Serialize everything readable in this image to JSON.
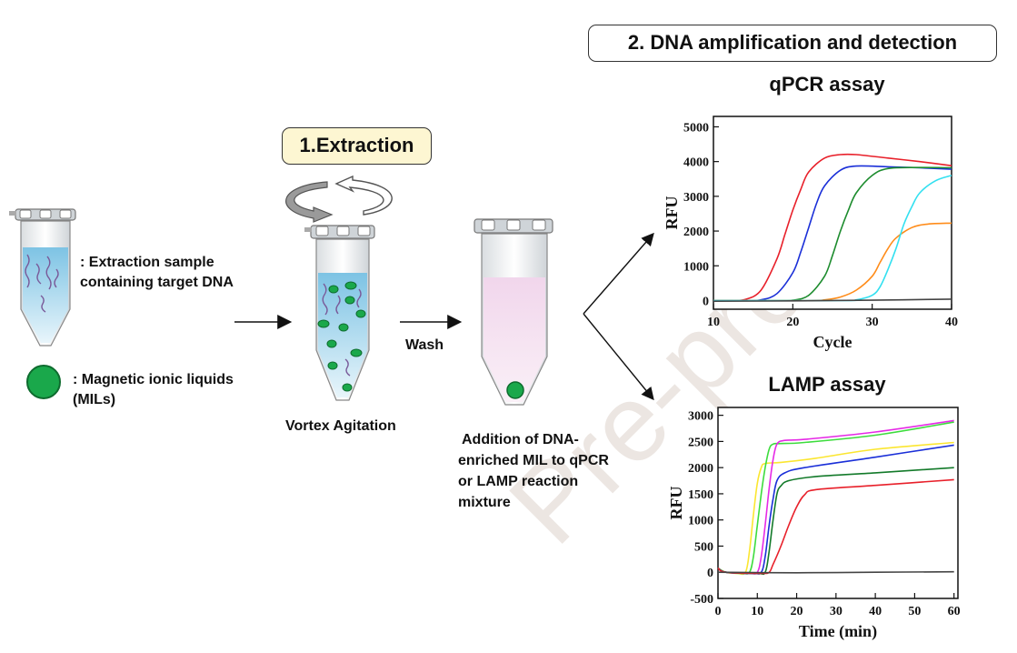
{
  "stages": {
    "extraction": "1.Extraction",
    "amplification": "2. DNA amplification and detection"
  },
  "legend": {
    "sample_line1": ":  Extraction sample",
    "sample_line2": "containing target DNA",
    "mil_line1": ": Magnetic ionic liquids",
    "mil_line2": "(MILs)"
  },
  "steps": {
    "vortex": "Vortex Agitation",
    "wash": "Wash",
    "addition_line1": "Addition of DNA-",
    "addition_line2": "enriched MIL to qPCR",
    "addition_line3": "or LAMP reaction",
    "addition_line4": "mixture"
  },
  "watermark": "Pre-proof",
  "colors": {
    "mil_green": "#1aa84b",
    "tube_liquid": "#a9d7ec",
    "reaction_liquid": "#f3dcee",
    "extraction_box": "#fdf6d2"
  },
  "chart_data": [
    {
      "type": "line",
      "title": "qPCR assay",
      "xlabel": "Cycle",
      "ylabel": "RFU",
      "xlim": [
        10,
        40
      ],
      "ylim": [
        -250,
        5300
      ],
      "xticks": [
        10,
        20,
        30,
        40
      ],
      "yticks": [
        0,
        1000,
        2000,
        3000,
        4000,
        5000
      ],
      "series": [
        {
          "color": "#e8202a",
          "points": [
            [
              10,
              0
            ],
            [
              12,
              0
            ],
            [
              14,
              30
            ],
            [
              16,
              300
            ],
            [
              18,
              1200
            ],
            [
              19,
              1900
            ],
            [
              20,
              2600
            ],
            [
              21,
              3200
            ],
            [
              22,
              3700
            ],
            [
              24,
              4100
            ],
            [
              26,
              4200
            ],
            [
              28,
              4200
            ],
            [
              32,
              4100
            ],
            [
              36,
              4000
            ],
            [
              40,
              3880
            ]
          ]
        },
        {
          "color": "#1a2fd8",
          "points": [
            [
              10,
              0
            ],
            [
              14,
              0
            ],
            [
              16,
              20
            ],
            [
              18,
              200
            ],
            [
              20,
              800
            ],
            [
              21,
              1400
            ],
            [
              22,
              2100
            ],
            [
              23,
              2800
            ],
            [
              24,
              3300
            ],
            [
              26,
              3750
            ],
            [
              28,
              3870
            ],
            [
              32,
              3850
            ],
            [
              36,
              3820
            ],
            [
              40,
              3780
            ]
          ]
        },
        {
          "color": "#1d8c2e",
          "points": [
            [
              10,
              0
            ],
            [
              18,
              0
            ],
            [
              20,
              10
            ],
            [
              22,
              150
            ],
            [
              24,
              700
            ],
            [
              25,
              1300
            ],
            [
              26,
              2000
            ],
            [
              27,
              2600
            ],
            [
              28,
              3100
            ],
            [
              30,
              3600
            ],
            [
              32,
              3800
            ],
            [
              36,
              3830
            ],
            [
              40,
              3820
            ]
          ]
        },
        {
          "color": "#ff8c1a",
          "points": [
            [
              10,
              0
            ],
            [
              22,
              0
            ],
            [
              24,
              20
            ],
            [
              26,
              100
            ],
            [
              28,
              300
            ],
            [
              30,
              700
            ],
            [
              31,
              1100
            ],
            [
              32,
              1500
            ],
            [
              33,
              1800
            ],
            [
              35,
              2100
            ],
            [
              37,
              2200
            ],
            [
              40,
              2230
            ]
          ]
        },
        {
          "color": "#33e0f0",
          "points": [
            [
              10,
              0
            ],
            [
              26,
              0
            ],
            [
              28,
              20
            ],
            [
              30,
              150
            ],
            [
              31,
              400
            ],
            [
              32,
              900
            ],
            [
              33,
              1500
            ],
            [
              34,
              2200
            ],
            [
              35,
              2700
            ],
            [
              36,
              3100
            ],
            [
              38,
              3450
            ],
            [
              40,
              3600
            ]
          ]
        },
        {
          "color": "#444444",
          "points": [
            [
              10,
              -20
            ],
            [
              20,
              -10
            ],
            [
              30,
              10
            ],
            [
              40,
              40
            ]
          ]
        }
      ]
    },
    {
      "type": "line",
      "title": "LAMP assay",
      "xlabel": "Time (min)",
      "ylabel": "RFU",
      "xlim": [
        0,
        61
      ],
      "ylim": [
        -500,
        3150
      ],
      "xticks": [
        0,
        10,
        20,
        30,
        40,
        50,
        60
      ],
      "yticks": [
        -500,
        0,
        500,
        1000,
        1500,
        2000,
        2500,
        3000
      ],
      "series": [
        {
          "color": "#fbe630",
          "points": [
            [
              0,
              80
            ],
            [
              2,
              0
            ],
            [
              5,
              -20
            ],
            [
              7,
              0
            ],
            [
              8,
              400
            ],
            [
              9,
              1100
            ],
            [
              10,
              1700
            ],
            [
              11,
              2000
            ],
            [
              12,
              2080
            ],
            [
              16,
              2100
            ],
            [
              25,
              2180
            ],
            [
              40,
              2350
            ],
            [
              60,
              2480
            ]
          ]
        },
        {
          "color": "#3ddc3d",
          "points": [
            [
              0,
              80
            ],
            [
              2,
              0
            ],
            [
              6,
              -20
            ],
            [
              8,
              0
            ],
            [
              9,
              300
            ],
            [
              10,
              900
            ],
            [
              11,
              1500
            ],
            [
              12,
              2000
            ],
            [
              13,
              2350
            ],
            [
              14,
              2450
            ],
            [
              16,
              2460
            ],
            [
              22,
              2480
            ],
            [
              40,
              2620
            ],
            [
              60,
              2870
            ]
          ]
        },
        {
          "color": "#e629e6",
          "points": [
            [
              0,
              80
            ],
            [
              2,
              0
            ],
            [
              8,
              -20
            ],
            [
              10,
              0
            ],
            [
              11,
              300
            ],
            [
              12,
              900
            ],
            [
              13,
              1600
            ],
            [
              14,
              2150
            ],
            [
              15,
              2450
            ],
            [
              17,
              2520
            ],
            [
              22,
              2540
            ],
            [
              40,
              2680
            ],
            [
              60,
              2900
            ]
          ]
        },
        {
          "color": "#1a2fd8",
          "points": [
            [
              0,
              80
            ],
            [
              2,
              0
            ],
            [
              9,
              -20
            ],
            [
              11,
              0
            ],
            [
              12,
              300
            ],
            [
              13,
              900
            ],
            [
              14,
              1400
            ],
            [
              15,
              1750
            ],
            [
              17,
              1900
            ],
            [
              22,
              2000
            ],
            [
              40,
              2200
            ],
            [
              60,
              2430
            ]
          ]
        },
        {
          "color": "#137a2a",
          "points": [
            [
              0,
              80
            ],
            [
              2,
              0
            ],
            [
              10,
              -20
            ],
            [
              12,
              0
            ],
            [
              13,
              400
            ],
            [
              14,
              1000
            ],
            [
              15,
              1500
            ],
            [
              16,
              1650
            ],
            [
              18,
              1750
            ],
            [
              25,
              1830
            ],
            [
              40,
              1900
            ],
            [
              60,
              2000
            ]
          ]
        },
        {
          "color": "#e8202a",
          "points": [
            [
              0,
              80
            ],
            [
              2,
              0
            ],
            [
              11,
              -20
            ],
            [
              13,
              0
            ],
            [
              14,
              150
            ],
            [
              16,
              500
            ],
            [
              18,
              900
            ],
            [
              20,
              1250
            ],
            [
              22,
              1480
            ],
            [
              25,
              1580
            ],
            [
              40,
              1660
            ],
            [
              60,
              1770
            ]
          ]
        },
        {
          "color": "#444444",
          "points": [
            [
              0,
              0
            ],
            [
              20,
              -10
            ],
            [
              40,
              0
            ],
            [
              60,
              10
            ]
          ]
        }
      ]
    }
  ]
}
